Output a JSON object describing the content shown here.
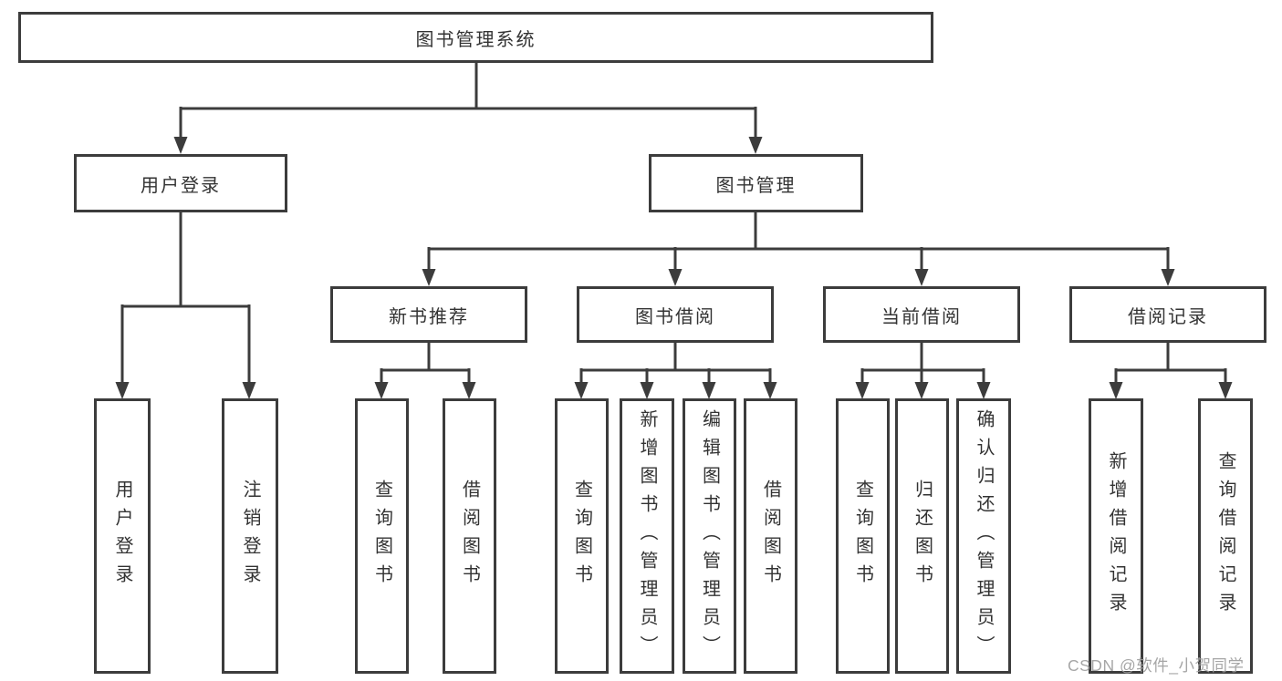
{
  "diagram": {
    "title": "图书管理系统",
    "root": {
      "label": "图书管理系统",
      "children": [
        {
          "label": "用户登录",
          "children": [
            {
              "label": "用户登录"
            },
            {
              "label": "注销登录"
            }
          ]
        },
        {
          "label": "图书管理",
          "children": [
            {
              "label": "新书推荐",
              "children": [
                {
                  "label": "查询图书"
                },
                {
                  "label": "借阅图书"
                }
              ]
            },
            {
              "label": "图书借阅",
              "children": [
                {
                  "label": "查询图书"
                },
                {
                  "label": "新增图书（管理员）"
                },
                {
                  "label": "编辑图书（管理员）"
                },
                {
                  "label": "借阅图书"
                }
              ]
            },
            {
              "label": "当前借阅",
              "children": [
                {
                  "label": "查询图书"
                },
                {
                  "label": "归还图书"
                },
                {
                  "label": "确认归还（管理员）"
                }
              ]
            },
            {
              "label": "借阅记录",
              "children": [
                {
                  "label": "新增借阅记录"
                },
                {
                  "label": "查询借阅记录"
                }
              ]
            }
          ]
        }
      ]
    },
    "watermark": "CSDN @软件_小贺同学",
    "colors": {
      "line": "#3c3c3c",
      "text": "#333333",
      "watermark": "#9e9e9e",
      "background": "#ffffff"
    }
  }
}
